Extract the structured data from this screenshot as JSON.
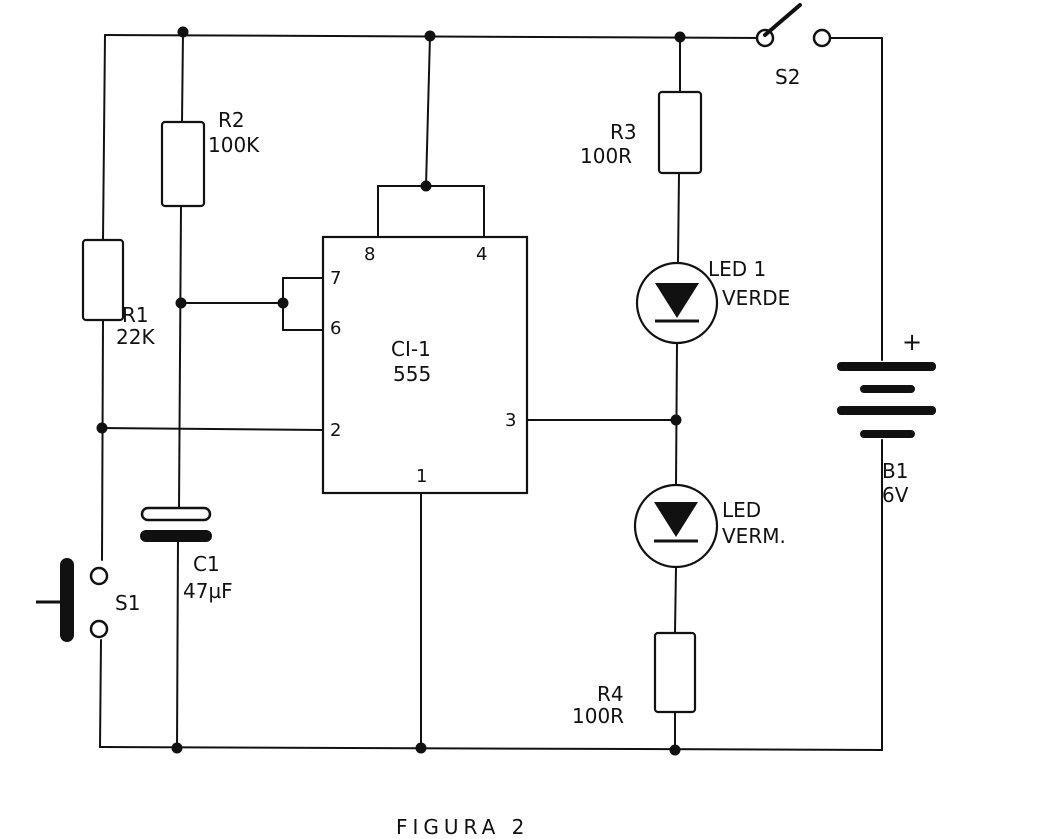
{
  "caption": "FIGURA 2",
  "components": {
    "r1": {
      "ref": "R1",
      "value": "22K"
    },
    "r2": {
      "ref": "R2",
      "value": "100K"
    },
    "r3": {
      "ref": "R3",
      "value": "100R"
    },
    "r4": {
      "ref": "R4",
      "value": "100R"
    },
    "c1": {
      "ref": "C1",
      "value": "47µF"
    },
    "s1": {
      "ref": "S1"
    },
    "s2": {
      "ref": "S2"
    },
    "b1": {
      "ref": "B1",
      "value": "6V",
      "polarity": "+"
    },
    "led1": {
      "ref": "LED 1",
      "color": "VERDE"
    },
    "led2": {
      "ref": "LED",
      "color": "VERM."
    },
    "ic": {
      "ref": "CI-1",
      "type": "555",
      "pins": {
        "p1": "1",
        "p2": "2",
        "p3": "3",
        "p4": "4",
        "p6": "6",
        "p7": "7",
        "p8": "8"
      }
    }
  }
}
